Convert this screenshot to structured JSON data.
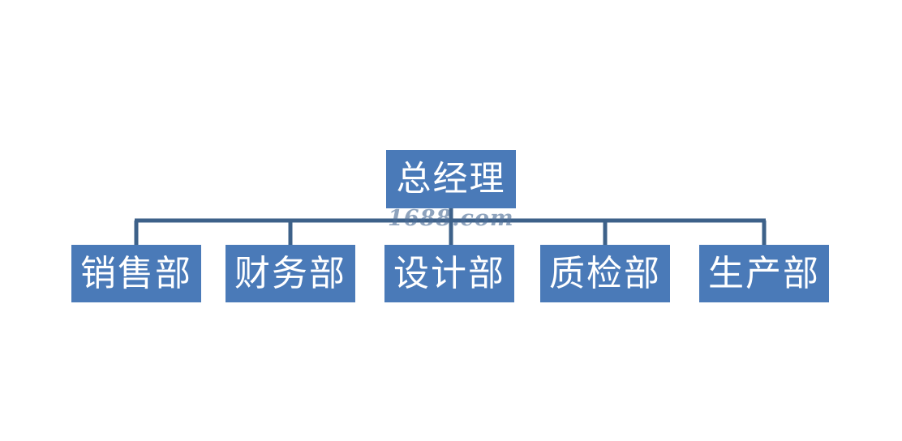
{
  "diagram": {
    "type": "organization-chart",
    "title": "",
    "orientation": "top-down",
    "colors": {
      "node_fill": "#4a7ab8",
      "node_text": "#ffffff",
      "connector": "#3d6189",
      "background": "#ffffff",
      "watermark": "#4a6c96"
    },
    "root": {
      "label": "总经理"
    },
    "children": [
      {
        "label": "销售部"
      },
      {
        "label": "财务部"
      },
      {
        "label": "设计部"
      },
      {
        "label": "质检部"
      },
      {
        "label": "生产部"
      }
    ]
  },
  "watermark": {
    "text": "1688.com"
  }
}
